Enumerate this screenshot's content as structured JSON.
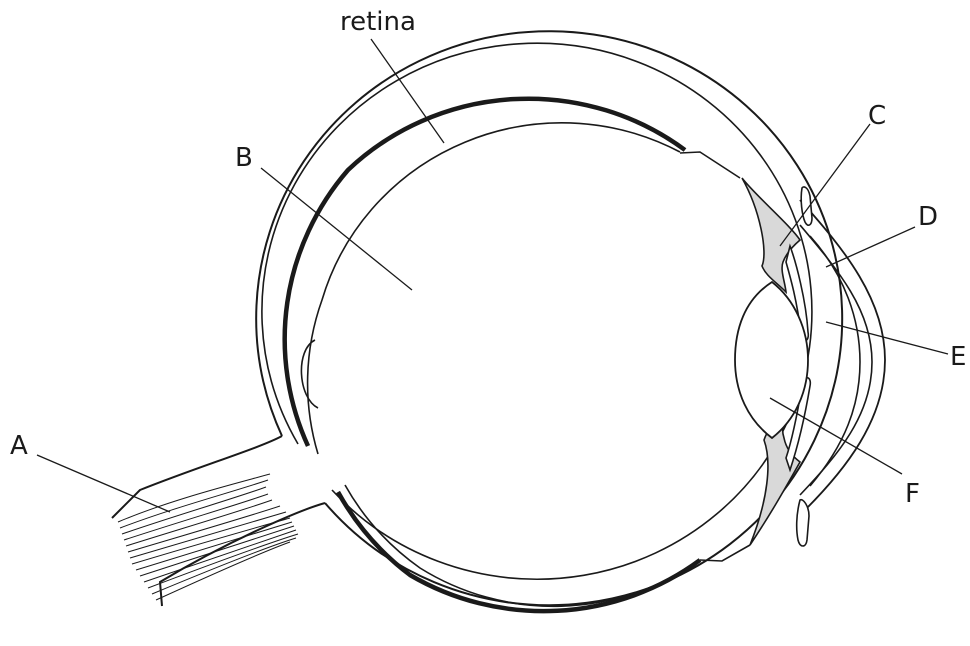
{
  "labels": {
    "retina": "retina",
    "A": "A",
    "B": "B",
    "C": "C",
    "D": "D",
    "E": "E",
    "F": "F"
  },
  "colors": {
    "stroke": "#1a1a1a",
    "ciliary_fill": "#d9d9d9",
    "background": "#ffffff"
  }
}
